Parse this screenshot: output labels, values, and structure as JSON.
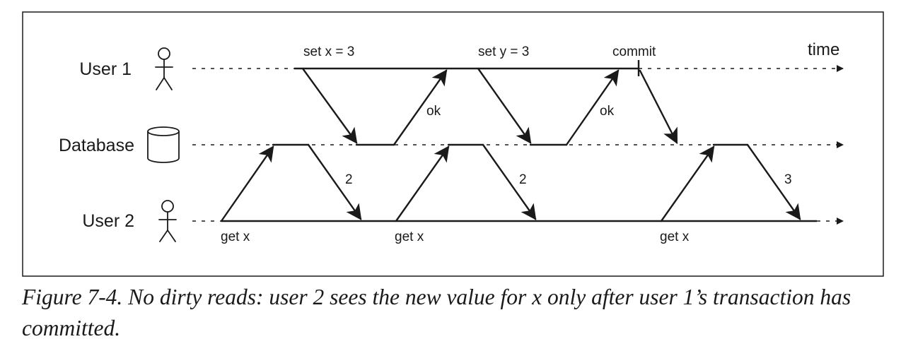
{
  "lanes": {
    "user1": "User 1",
    "database": "Database",
    "user2": "User 2"
  },
  "time_label": "time",
  "operations": {
    "set_x": "set x = 3",
    "set_y": "set y = 3",
    "commit": "commit",
    "ok_1": "ok",
    "ok_2": "ok",
    "get_x_1": "get x",
    "get_x_2": "get x",
    "get_x_3": "get x",
    "result_1": "2",
    "result_2": "2",
    "result_3": "3"
  },
  "icons": {
    "user1": "stick-figure-icon",
    "database": "cylinder-icon",
    "user2": "stick-figure-icon"
  },
  "caption": "Figure 7-4. No dirty reads: user 2 sees the new value for x only after user 1’s transaction has committed."
}
